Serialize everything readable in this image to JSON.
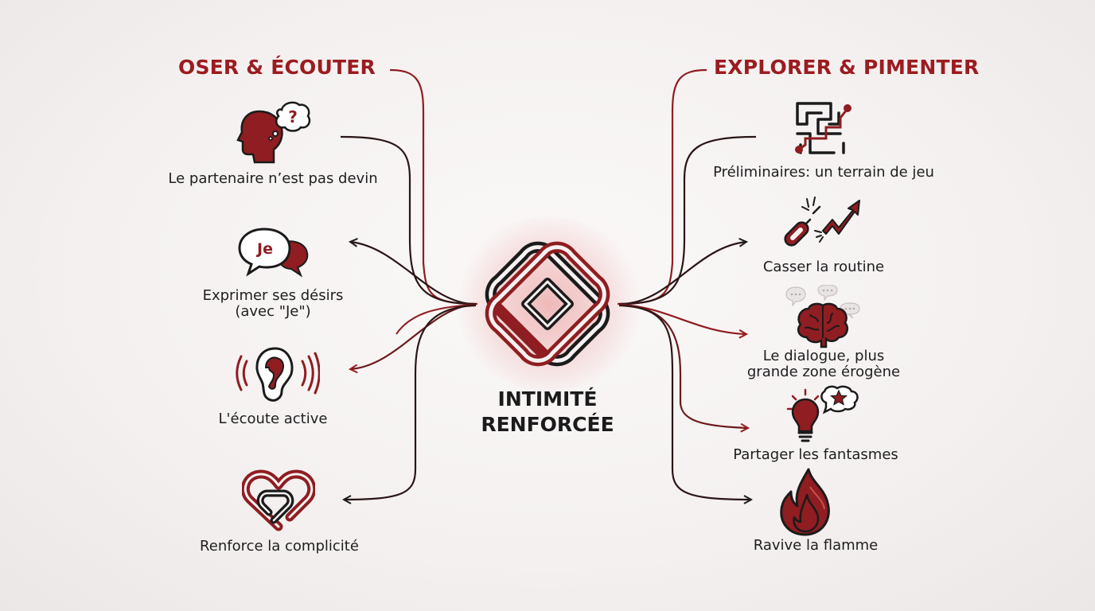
{
  "center": {
    "title": "INTIMITÉ\nRENFORCÉE"
  },
  "left_branch": {
    "title": "OSER & ÉCOUTER",
    "items": [
      {
        "label": "Le partenaire n’est pas devin",
        "icon": "head-question-icon"
      },
      {
        "label": "Exprimer ses désirs\n(avec \"Je\")",
        "icon": "speech-bubbles-je-icon",
        "icon_text": "Je"
      },
      {
        "label": "L'écoute active",
        "icon": "ear-sound-icon"
      },
      {
        "label": "Renforce la complicité",
        "icon": "heart-knot-icon"
      }
    ]
  },
  "right_branch": {
    "title": "EXPLORER & PIMENTER",
    "items": [
      {
        "label": "Préliminaires: un terrain de jeu",
        "icon": "maze-path-icon"
      },
      {
        "label": "Casser la routine",
        "icon": "broken-chain-arrow-icon"
      },
      {
        "label": "Le dialogue, plus\ngrande zone érogène",
        "icon": "brain-chat-icon"
      },
      {
        "label": "Partager les fantasmes",
        "icon": "lightbulb-star-icon"
      },
      {
        "label": "Ravive la flamme",
        "icon": "flame-icon"
      }
    ]
  },
  "colors": {
    "accent": "#9b1c20",
    "dark": "#1b1b1b",
    "background": "#f6f2f2"
  }
}
